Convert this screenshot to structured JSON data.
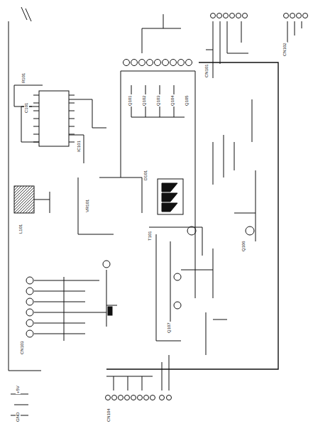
{
  "diagram": {
    "labels": [
      "IC101",
      "R101",
      "C101",
      "L101",
      "Q101",
      "Q102",
      "Q103",
      "Q104",
      "Q105",
      "CN101",
      "CN102",
      "CN103",
      "CN104",
      "D101",
      "T101",
      "VR101",
      "Q106",
      "Q107",
      "+5V",
      "GND"
    ]
  }
}
